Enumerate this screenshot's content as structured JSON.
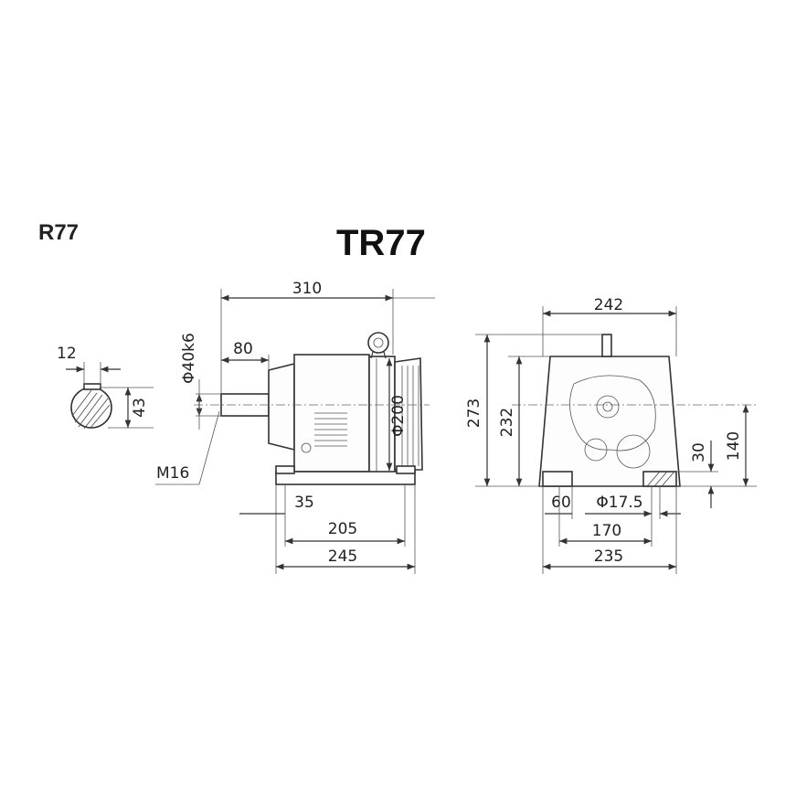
{
  "titles": {
    "series": "R77",
    "model": "TR77"
  },
  "shaft_end": {
    "width": "12",
    "height": "43"
  },
  "side_view": {
    "overall_length": "310",
    "shaft_diameter": "Φ40k6",
    "shaft_length": "80",
    "flange_diameter": "Φ200",
    "thread": "M16",
    "foot_offset": "35",
    "foot_hole_spacing": "205",
    "foot_length": "245"
  },
  "front_view": {
    "overall_width": "242",
    "overall_height": "273",
    "housing_height": "232",
    "shaft_height": "140",
    "foot_thickness": "30",
    "foot_edge": "60",
    "bolt_hole": "Φ17.5",
    "hole_spacing": "170",
    "foot_width": "235"
  }
}
